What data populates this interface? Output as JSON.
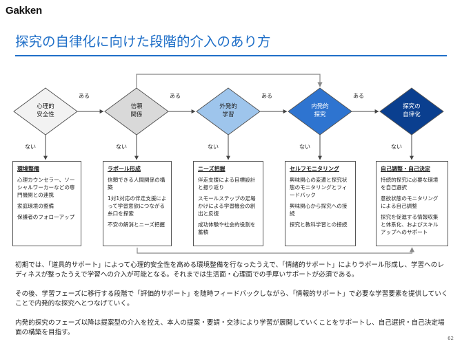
{
  "brand": {
    "logo": "Gakken"
  },
  "page": {
    "title": "探究の自律化に向けた段階的介入のあり方",
    "number": "62"
  },
  "colors": {
    "accent": "#1f6fc8",
    "feedback_arrow": "#888888"
  },
  "stages": [
    {
      "label_lines": [
        "心理的",
        "安全性"
      ],
      "fill": "#f2f2f2",
      "text_color": "#222222",
      "yes_label": "ある",
      "no_label": "ない",
      "box": {
        "heading": "環境整備",
        "items": [
          "心理カウンセラー、ソーシャルワーカーなどの専門機関との連携",
          "家庭環境の整備",
          "保護者のフォローアップ"
        ]
      }
    },
    {
      "label_lines": [
        "信頼",
        "関係"
      ],
      "fill": "#d9d9d9",
      "text_color": "#222222",
      "yes_label": "ある",
      "no_label": "ない",
      "box": {
        "heading": "ラポール形成",
        "items": [
          "信頼できる人間関係の構築",
          "1対1対応の伴走支援によって学習意欲につながる糸口を探索",
          "不安の解消とニーズ把握"
        ]
      }
    },
    {
      "label_lines": [
        "外発的",
        "学習"
      ],
      "fill": "#9ec5ec",
      "text_color": "#222222",
      "yes_label": "ある",
      "no_label": "ない",
      "box": {
        "heading": "ニーズ把握",
        "items": [
          "伴走支援による目標設計と振り返り",
          "スモールステップの足場かけによる学習機会の創出と反復",
          "成功体験や社会的役割を蓄積"
        ]
      }
    },
    {
      "label_lines": [
        "内発的",
        "探究"
      ],
      "fill": "#2e74d0",
      "text_color": "#ffffff",
      "yes_label": "ある",
      "no_label": "ない",
      "box": {
        "heading": "セルフモニタリング",
        "items": [
          "興味関心の変遷と探究状態のモニタリングとフィードバック",
          "興味関心から探究への接続",
          "探究と教科学習との接続"
        ]
      }
    },
    {
      "label_lines": [
        "探究の",
        "自律化"
      ],
      "fill": "#0a3f8f",
      "text_color": "#ffffff",
      "no_label": "ない",
      "box": {
        "heading": "自己調整・自己決定",
        "items": [
          "持続的探究に必要な環境を自己選択",
          "意欲状態のモニタリングによる自己調整",
          "探究を促進する情報収集と体系化、およびスキルアップへのサポート"
        ]
      }
    }
  ],
  "paragraphs": [
    "初期では、「道具的サポート」によって心理的安全性を高める環境整備を行なったうえで、「情緒的サポート」によりラポール形成し、学習へのレディネスが整ったうえで学習への介入が可能となる。それまでは生活面・心理面での手厚いサポートが必須である。",
    "その後、学習フェーズに移行する段階で「評価的サポート」を随時フィードバックしながら、「情報的サポート」で必要な学習要素を提供していくことで内発的な探究へとつなげていく。",
    "内発的探究のフェーズ以降は提案型の介入を控え、本人の提案・要請・交渉により学習が展開していくことをサポートし、自己選択・自己決定場面の構築を目指す。"
  ]
}
